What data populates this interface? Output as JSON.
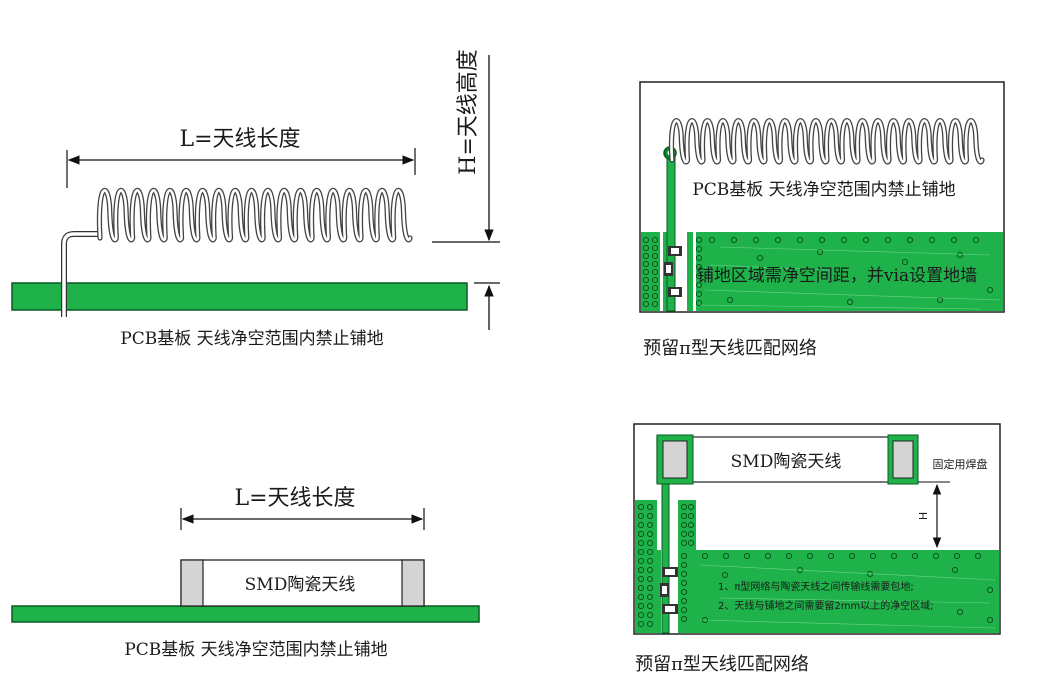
{
  "colors": {
    "board_green": "#1fb24a",
    "board_edge": "#0a5a22",
    "dark_green": "#0a6b2a",
    "ceramic_gray": "#d4d4d4",
    "line": "#111111",
    "text": "#1a1a1a"
  },
  "panel_tl": {
    "length_label": "L=天线长度",
    "height_label": "H=天线高度",
    "caption": "PCB基板 天线净空范围内禁止铺地"
  },
  "panel_tr": {
    "board_text": "PCB基板 天线净空范围内禁止铺地",
    "ground_text": "铺地区域需净空间距，并via设置地墙",
    "caption": "预留π型天线匹配网络"
  },
  "panel_bl": {
    "length_label": "L=天线长度",
    "chip_label": "SMD陶瓷天线",
    "caption": "PCB基板 天线净空范围内禁止铺地"
  },
  "panel_br": {
    "chip_label": "SMD陶瓷天线",
    "pad_label": "固定用焊盘",
    "h_label": "H",
    "note1": "1、π型网络与陶瓷天线之间传输线需要包地;",
    "note2": "2、天线与铺地之间需要留2mm以上的净空区域;",
    "caption": "预留π型天线匹配网络"
  }
}
